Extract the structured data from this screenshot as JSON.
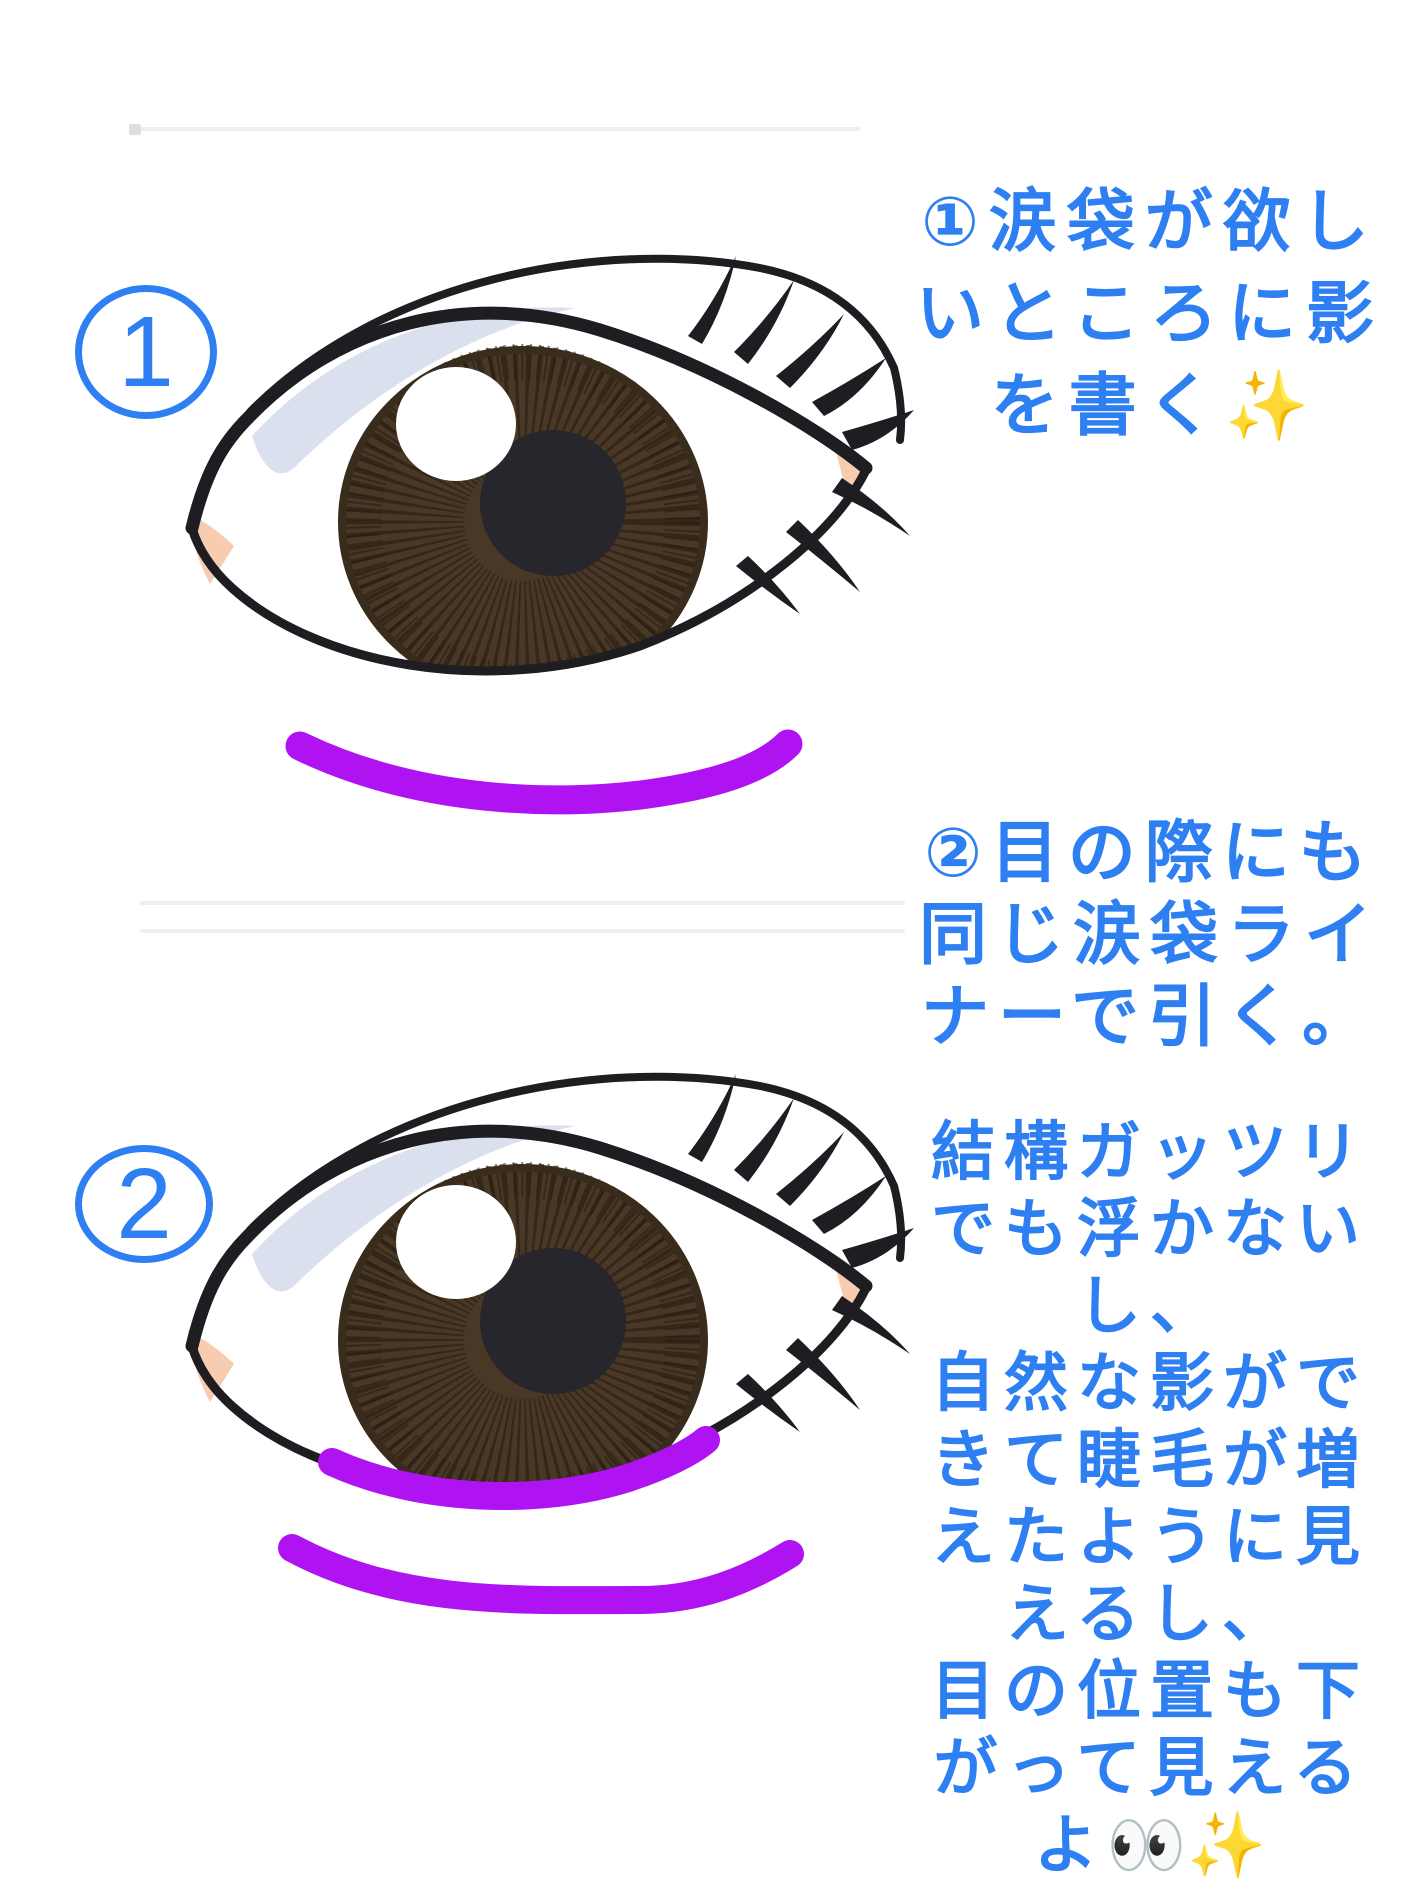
{
  "colors": {
    "text_blue": "#2e7ff1",
    "liner_purple": "#b013f1",
    "outline_dark": "#1d1d22",
    "iris_brown": "#4a3827",
    "pupil_dark": "#26262c",
    "caruncle_pink": "#f8ccb0",
    "eyelid_shadow": "#dbe0ef",
    "sparkle_gold": "#f4c430"
  },
  "step1": {
    "badge": "1",
    "caption_lines": [
      "①涙袋が欲し",
      "いところに影",
      "を書く"
    ],
    "caption_sparkle": "✨"
  },
  "step2": {
    "badge": "2",
    "caption_lines": [
      "②目の際にも",
      "同じ涙袋ライ",
      "ナーで引く。"
    ]
  },
  "notes": {
    "lines": [
      "結構ガッツリ",
      "でも浮かない",
      "し、",
      "自然な影がで",
      "きて睫毛が増",
      "えたように見",
      "えるし、",
      "目の位置も下",
      "がって見える",
      "よ"
    ],
    "emoji_eyes": "👀",
    "emoji_sparkle": "✨"
  },
  "icons": {
    "eye_illustration": "cartoon-eye-with-brown-iris",
    "liner_stroke": "purple-tearbag-liner-stroke"
  }
}
